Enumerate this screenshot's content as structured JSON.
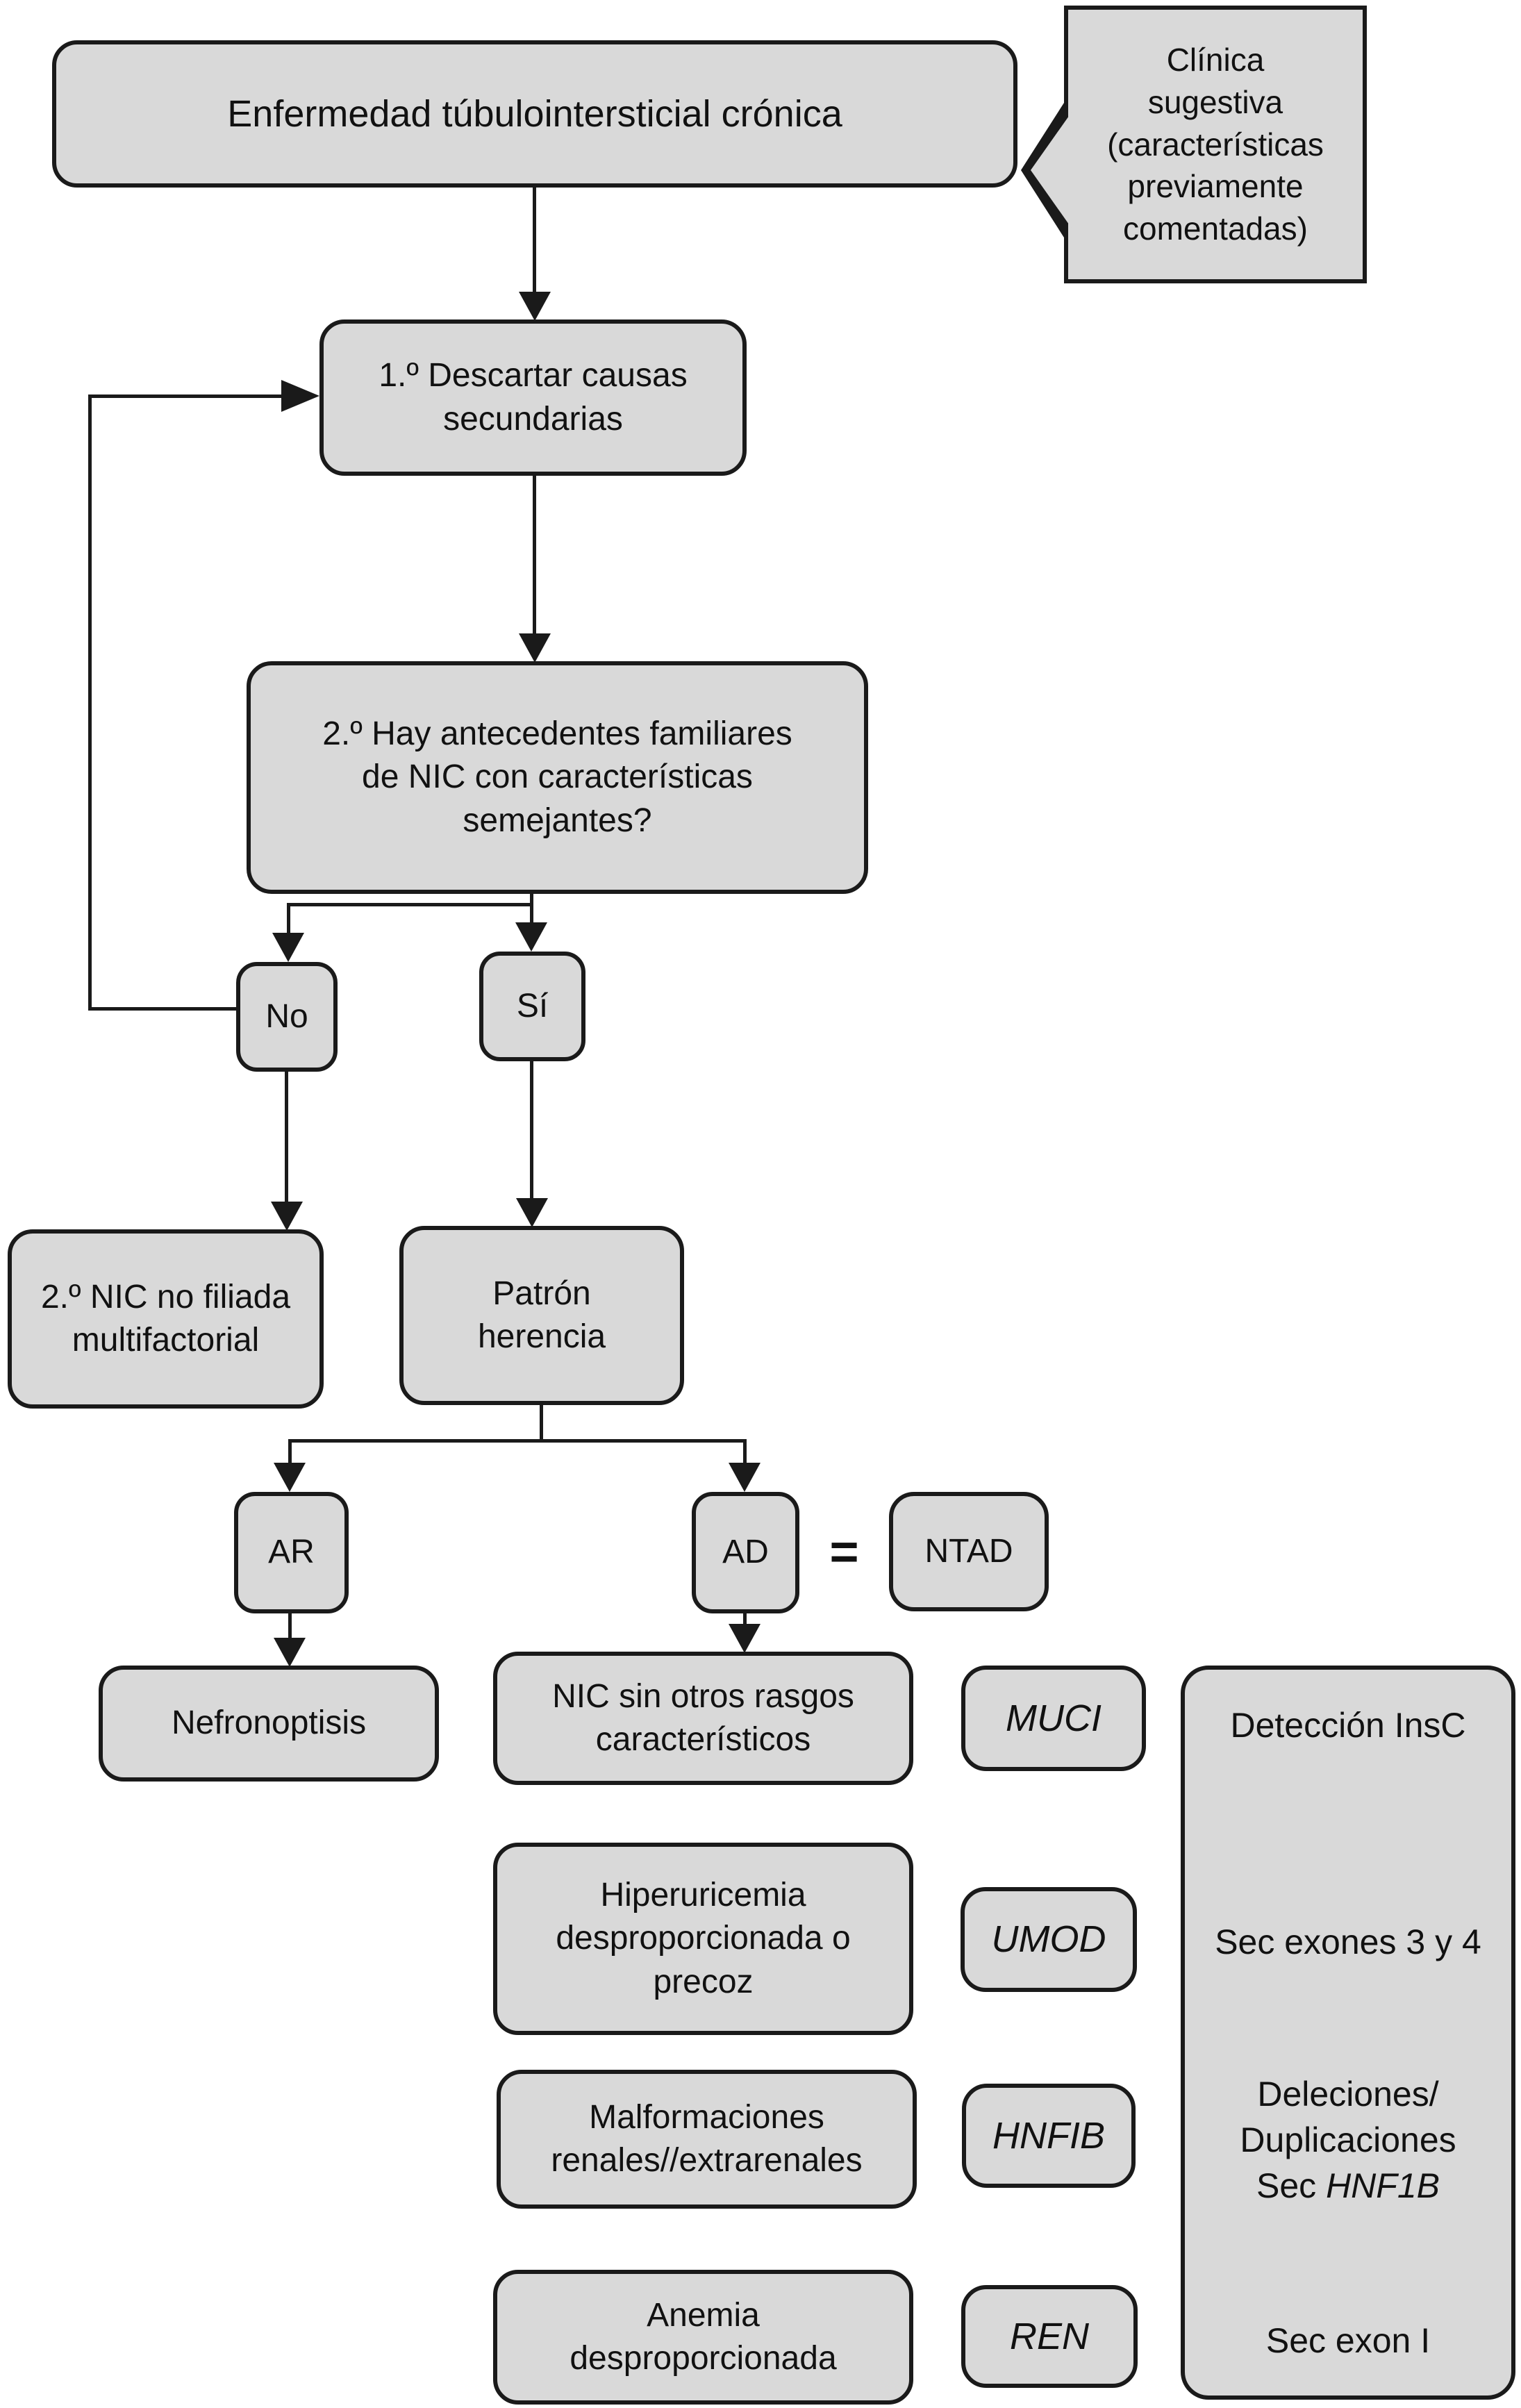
{
  "diagram": {
    "title": "Enfermedad túbulointersticial crónica",
    "callout": {
      "lines": [
        "Clínica",
        "sugestiva",
        "(características",
        "previamente",
        "comentadas)"
      ]
    },
    "step1": {
      "lines": [
        "1.º Descartar causas",
        "secundarias"
      ]
    },
    "step2": {
      "lines": [
        "2.º Hay antecedentes familiares",
        "de NIC con características",
        "semejantes?"
      ]
    },
    "no": {
      "label": "No"
    },
    "si": {
      "label": "Sí"
    },
    "nic_unfiled": {
      "lines": [
        "2.º NIC no filiada",
        "multifactorial"
      ]
    },
    "inheritance": {
      "lines": [
        "Patrón",
        "herencia"
      ]
    },
    "ar": {
      "label": "AR"
    },
    "ad": {
      "label": "AD"
    },
    "equals_sign": "=",
    "ntad": {
      "label": "NTAD"
    },
    "findings": {
      "nephronophthisis": {
        "label": "Nefronoptisis"
      },
      "nic_plain": {
        "lines": [
          "NIC sin otros rasgos",
          "característicos"
        ]
      },
      "hyperuricemia": {
        "lines": [
          "Hiperuricemia",
          "desproporcionada o",
          "precoz"
        ]
      },
      "malformations": {
        "lines": [
          "Malformaciones",
          "renales//extrarenales"
        ]
      },
      "anemia": {
        "lines": [
          "Anemia",
          "desproporcionada"
        ]
      }
    },
    "genes": {
      "muci": "MUCI",
      "umod": "UMOD",
      "hnfib": "HNFIB",
      "ren": "REN"
    },
    "tests": {
      "detection": "Detección InsC",
      "sec_exones": "Sec exones 3 y 4",
      "deleciones_lines": [
        "Deleciones/",
        "Duplicaciones"
      ],
      "sec_prefix": "Sec ",
      "sec_gene": "HNF1B",
      "sec_exon": "Sec exon I"
    },
    "colors": {
      "box_fill": "#d9d9d9",
      "box_border": "#1a1a1a",
      "line": "#1a1a1a"
    }
  }
}
